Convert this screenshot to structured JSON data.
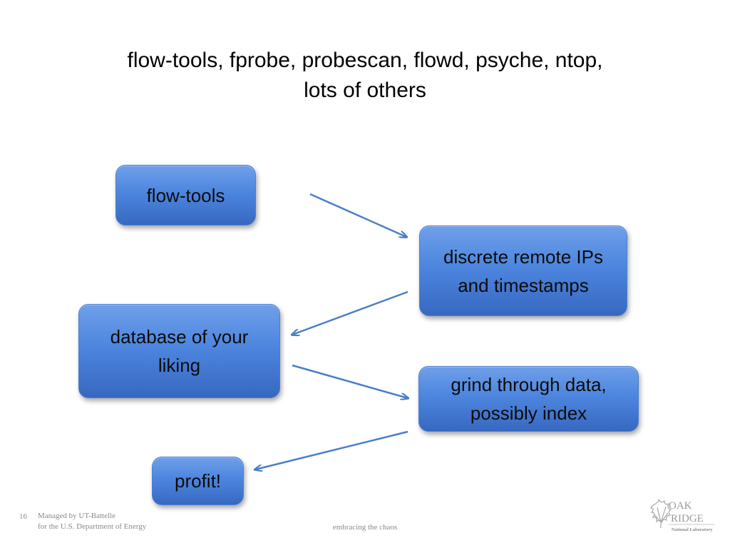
{
  "slide": {
    "title_line1": "flow-tools, fprobe, probescan, flowd, psyche, ntop,",
    "title_line2": "lots of others"
  },
  "flow": {
    "step1": "flow-tools",
    "step2_line1": "discrete remote IPs",
    "step2_line2": "and timestamps",
    "step3_line1": "database of your",
    "step3_line2": "liking",
    "step4_line1": "grind through data,",
    "step4_line2": "possibly index",
    "step5": "profit!"
  },
  "footer": {
    "slide_number": "16",
    "managed_line1": "Managed by UT-Battelle",
    "managed_line2": "for the U.S. Department of Energy",
    "center_text": "embracing the chaos",
    "logo_word1": "OAK",
    "logo_word2": "RIDGE",
    "logo_sub": "National Laboratory"
  },
  "colors": {
    "box_fill": "#4d86df",
    "arrow": "#4a7ec8"
  },
  "icons": {
    "arrow": "arrow-icon",
    "logo": "oak-leaf-logo"
  }
}
